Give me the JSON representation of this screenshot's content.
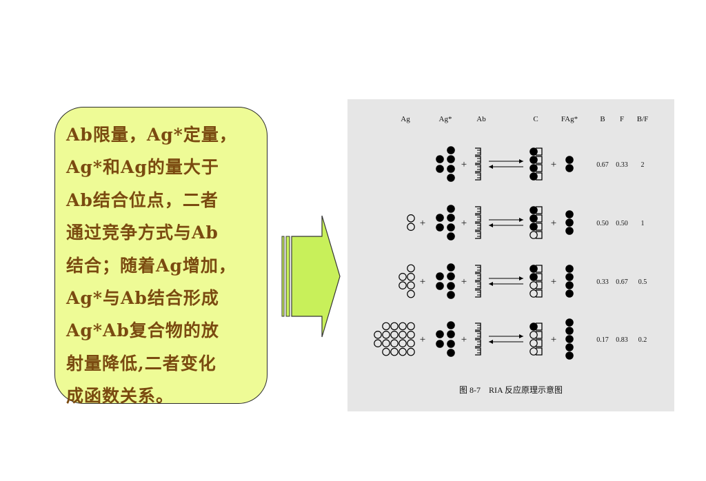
{
  "textbox": {
    "lines": [
      "Ab限量，Ag*定量，",
      "Ag*和Ag的量大于",
      "Ab结合位点，二者",
      "通过竞争方式与Ab",
      "结合；随着Ag增加，",
      "Ag*与Ab结合形成",
      "Ag*Ab复合物的放",
      "射量降低,二者变化",
      "成函数关系。"
    ]
  },
  "arrow": {
    "color": "#c8f05a",
    "outline": "#333333"
  },
  "figure": {
    "headers": [
      "Ag",
      "Ag*",
      "Ab",
      "C",
      "FAg*",
      "B",
      "F",
      "B/F"
    ],
    "rows": [
      {
        "ag_count": 0,
        "agstar_count": 6,
        "ab_count": 4,
        "c_filled": 4,
        "c_open": 0,
        "fag_count": 2,
        "B": "0.67",
        "F": "0.33",
        "BF": "2"
      },
      {
        "ag_count": 2,
        "agstar_count": 6,
        "ab_count": 4,
        "c_filled": 3,
        "c_open": 1,
        "fag_count": 3,
        "B": "0.50",
        "F": "0.50",
        "BF": "1"
      },
      {
        "ag_count": 6,
        "agstar_count": 6,
        "ab_count": 4,
        "c_filled": 2,
        "c_open": 2,
        "fag_count": 4,
        "B": "0.33",
        "F": "0.67",
        "BF": "0.5"
      },
      {
        "ag_count": 18,
        "agstar_count": 6,
        "ab_count": 4,
        "c_filled": 1,
        "c_open": 3,
        "fag_count": 5,
        "B": "0.17",
        "F": "0.83",
        "BF": "0.2"
      }
    ],
    "plus_sign": "+",
    "caption": "图 8-7　RIA 反应原理示意图"
  }
}
